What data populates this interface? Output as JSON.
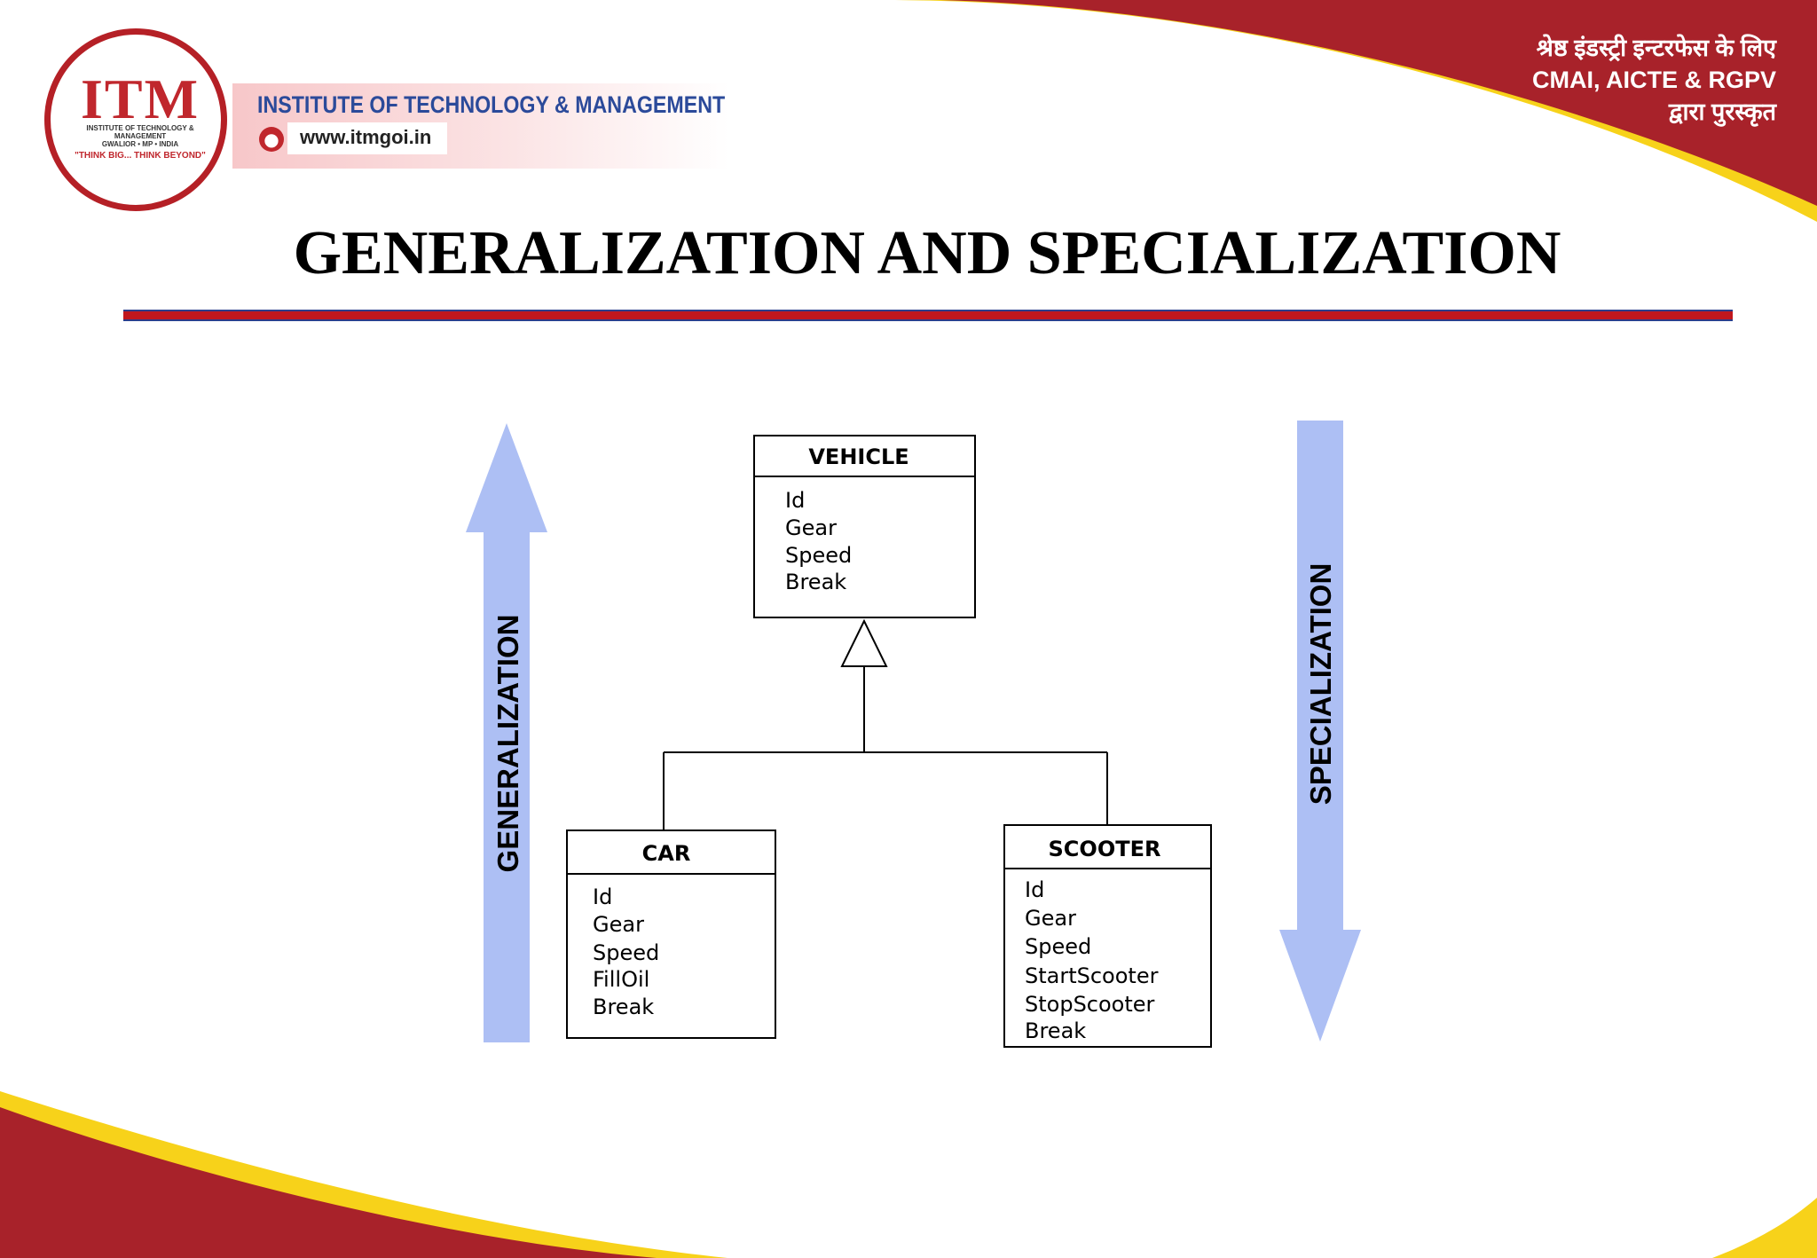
{
  "header": {
    "logo_text": "ITM",
    "logo_subtitle": "INSTITUTE OF TECHNOLOGY & MANAGEMENT",
    "logo_location": "GWALIOR • MP • INDIA",
    "logo_tagline": "\"THINK BIG... THINK BEYOND\"",
    "institute_name": "INSTITUTE OF TECHNOLOGY & MANAGEMENT",
    "website": "www.itmgoi.in",
    "award_lines": [
      "श्रेष्ठ इंडस्ट्री इन्टरफेस के लिए",
      "CMAI, AICTE & RGPV",
      "द्वारा पुरस्कृत"
    ]
  },
  "title": "GENERALIZATION AND SPECIALIZATION",
  "diagram": {
    "left_arrow_label": "GENERALIZATION",
    "right_arrow_label": "SPECIALIZATION",
    "classes": {
      "vehicle": {
        "name": "VEHICLE",
        "attributes": [
          "Id",
          "Gear",
          "Speed",
          "Break"
        ]
      },
      "car": {
        "name": "CAR",
        "attributes": [
          "Id",
          "Gear",
          "Speed",
          "FillOil",
          "Break"
        ]
      },
      "scooter": {
        "name": "SCOOTER",
        "attributes": [
          "Id",
          "Gear",
          "Speed",
          "StartScooter",
          "StopScooter",
          "Break"
        ]
      }
    }
  },
  "colors": {
    "maroon": "#a8222a",
    "yellow": "#f7d21a",
    "arrow_fill": "#adbff4",
    "rule_red": "#c0171e",
    "rule_blue": "#2b3e8c"
  }
}
